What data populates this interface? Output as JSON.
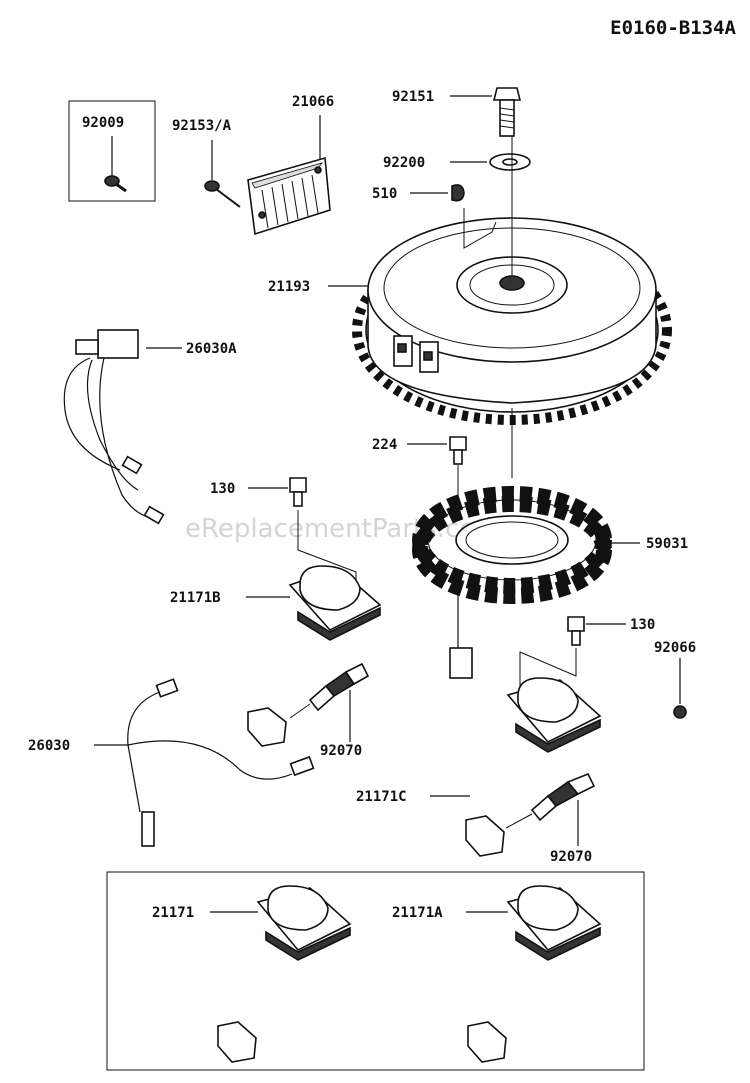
{
  "diagram_code": "E0160-B134A",
  "watermark": "eReplacementParts.com",
  "colors": {
    "line": "#111111",
    "background": "#ffffff",
    "watermark": "#d4d4d4"
  },
  "parts": {
    "p92009": "92009",
    "p92153a": "92153/A",
    "p21066": "21066",
    "p92151": "92151",
    "p92200": "92200",
    "p510": "510",
    "p21193": "21193",
    "p26030a": "26030A",
    "p224": "224",
    "p130a": "130",
    "p59031": "59031",
    "p21171b": "21171B",
    "p130b": "130",
    "p92066": "92066",
    "p26030": "26030",
    "p92070a": "92070",
    "p21171c": "21171C",
    "p92070b": "92070",
    "p21171": "21171",
    "p21171a": "21171A"
  }
}
